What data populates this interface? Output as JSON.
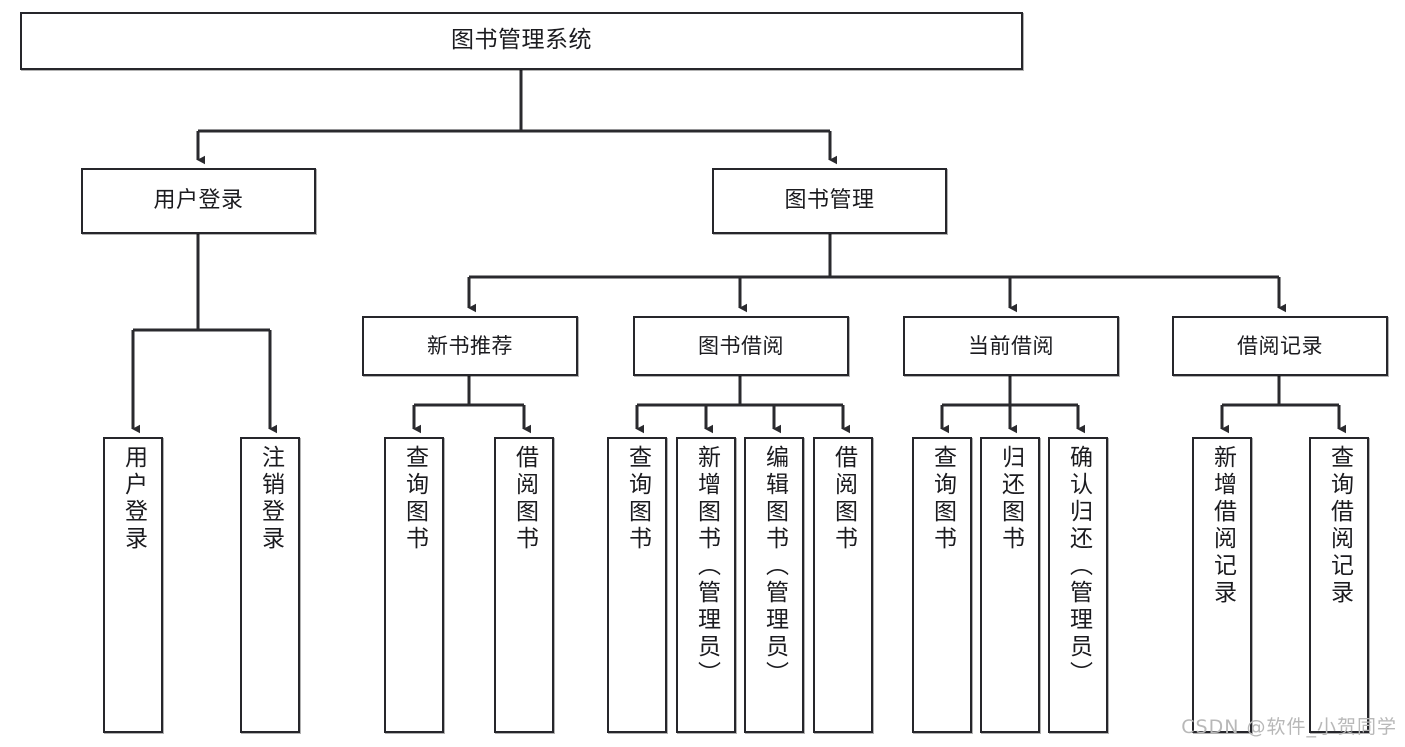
{
  "diagram": {
    "title": "图书管理系统",
    "type": "tree-hierarchy-chart",
    "root": {
      "label": "图书管理系统"
    },
    "level2": [
      {
        "label": "用户登录"
      },
      {
        "label": "图书管理"
      }
    ],
    "level3": [
      {
        "label": "新书推荐"
      },
      {
        "label": "图书借阅"
      },
      {
        "label": "当前借阅"
      },
      {
        "label": "借阅记录"
      }
    ],
    "leaves": [
      {
        "label": "用户登录"
      },
      {
        "label": "注销登录"
      },
      {
        "label": "查询图书"
      },
      {
        "label": "借阅图书"
      },
      {
        "label": "查询图书"
      },
      {
        "label": "新增图书（管理员）"
      },
      {
        "label": "编辑图书（管理员）"
      },
      {
        "label": "借阅图书"
      },
      {
        "label": "查询图书"
      },
      {
        "label": "归还图书"
      },
      {
        "label": "确认归还（管理员）"
      },
      {
        "label": "新增借阅记录"
      },
      {
        "label": "查询借阅记录"
      }
    ]
  },
  "watermark": {
    "text": "CSDN @软件_小贺同学"
  },
  "colors": {
    "border": "#26262b",
    "text": "#1b1b1f",
    "background": "#ffffff",
    "watermark": "#b8b8b8"
  }
}
